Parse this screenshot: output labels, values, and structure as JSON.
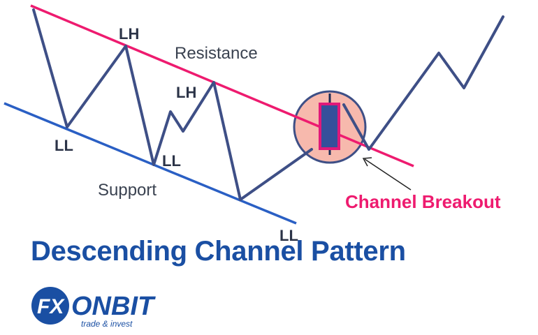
{
  "colors": {
    "resistance_line": "#ee1b6f",
    "support_line": "#2a5fc4",
    "price_path": "#3e4f86",
    "breakout_circle_fill": "#f7b9ad",
    "candle_body": "#35509b",
    "candle_border": "#e0197a",
    "title": "#1a4fa3",
    "breakout_label": "#ee1b6f"
  },
  "labels": {
    "resistance": "Resistance",
    "support": "Support",
    "lh": "LH",
    "ll": "LL",
    "breakout": "Channel Breakout"
  },
  "title": "Descending Channel Pattern",
  "logo": {
    "brand": "FXONBIT",
    "tagline": "trade & invest"
  }
}
